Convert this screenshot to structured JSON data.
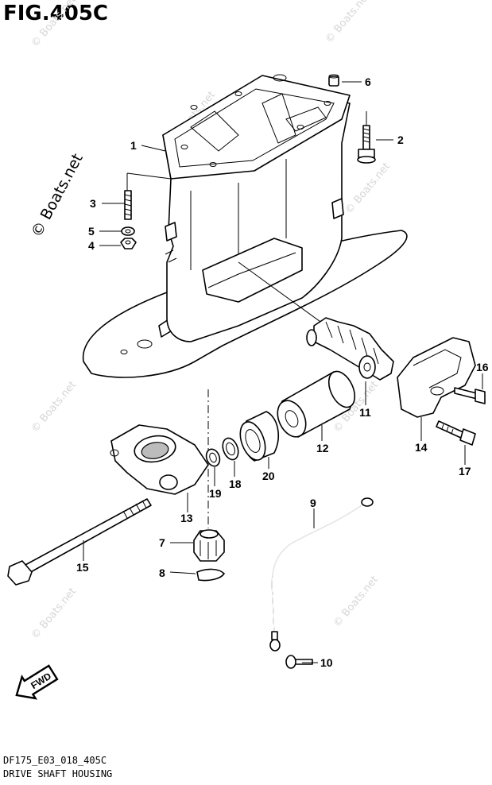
{
  "figure": {
    "title": "FIG.405C",
    "code": "DF175_E03_018_405C",
    "name": "DRIVE SHAFT HOUSING"
  },
  "watermark": {
    "main": "© Boats.net",
    "repeat": "© Boats.net"
  },
  "badge": {
    "fwd": "FWD"
  },
  "callouts": [
    "1",
    "2",
    "3",
    "4",
    "5",
    "6",
    "7",
    "8",
    "9",
    "10",
    "11",
    "12",
    "13",
    "14",
    "15",
    "16",
    "17",
    "18",
    "19",
    "20"
  ]
}
